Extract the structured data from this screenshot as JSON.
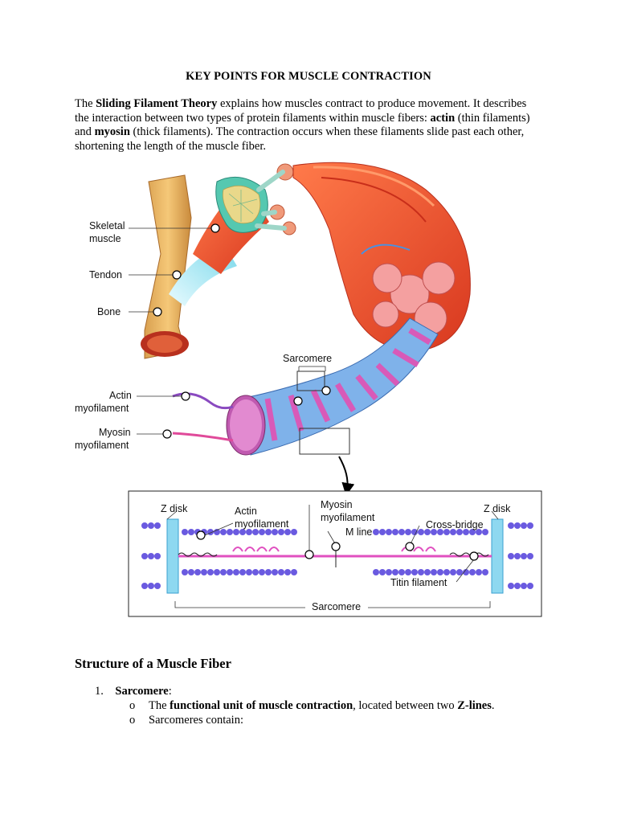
{
  "document": {
    "title": "KEY POINTS FOR MUSCLE CONTRACTION",
    "intro": {
      "p1": "The ",
      "b1": "Sliding Filament Theory",
      "p2": " explains how muscles contract to produce movement. It describes the interaction between two types of protein filaments within muscle fibers: ",
      "b2": "actin",
      "p3": " (thin filaments) and ",
      "b3": "myosin",
      "p4": " (thick filaments). The contraction occurs when these filaments slide past each other, shortening the length of the muscle fiber."
    },
    "figure": {
      "labels": {
        "skeletal_1": "Skeletal",
        "skeletal_2": "muscle",
        "tendon": "Tendon",
        "bone": "Bone",
        "sarcomere_top": "Sarcomere",
        "actin_1": "Actin",
        "actin_2": "myofilament",
        "myosin_1": "Myosin",
        "myosin_2": "myofilament"
      },
      "inset": {
        "z_disk_left": "Z disk",
        "actin_1": "Actin",
        "actin_2": "myofilament",
        "myosin_1": "Myosin",
        "myosin_2": "myofilament",
        "m_line": "M line",
        "cross_bridge": "Cross-bridge",
        "z_disk_right": "Z disk",
        "titin": "Titin filament",
        "sarcomere": "Sarcomere"
      }
    },
    "section": {
      "heading": "Structure of a Muscle Fiber",
      "item1_number": "1.",
      "item1_label": "Sarcomere",
      "item1_colon": ":",
      "sub_bullet": "o",
      "sub1_a": "The ",
      "sub1_b": "functional unit of muscle contraction",
      "sub1_c": ", located between two ",
      "sub1_d": "Z-lines",
      "sub1_e": ".",
      "sub2": "Sarcomeres contain:"
    }
  }
}
